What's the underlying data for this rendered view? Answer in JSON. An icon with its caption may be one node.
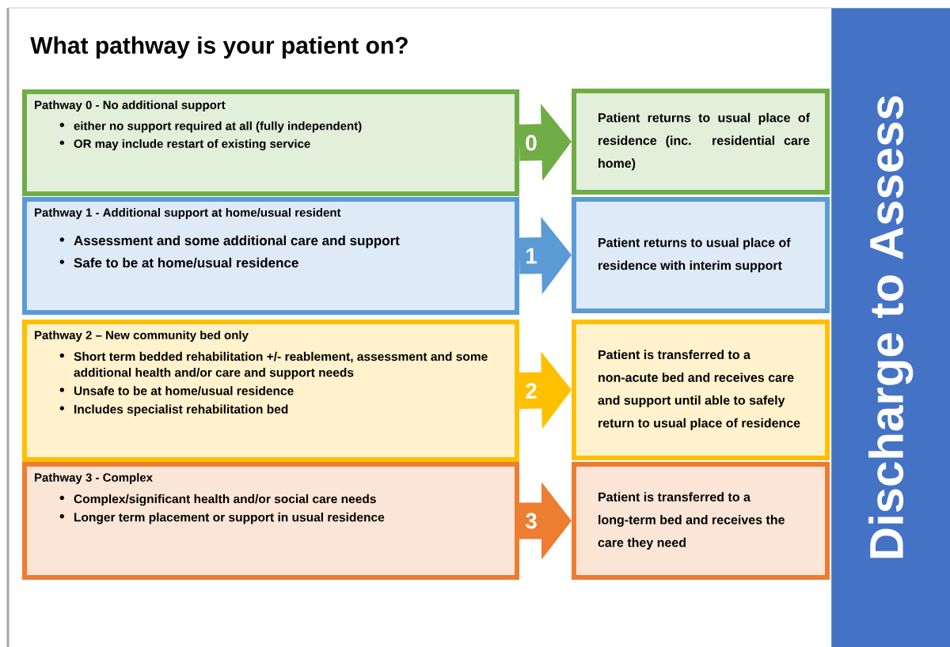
{
  "diagram": {
    "title": "What pathway is your patient on?",
    "nodes": [
      {
        "text": [
          "Pathway 0 - No additional support",
          "either no support required at all (fully independent)",
          "OR may include restart of existing service"
        ]
      },
      {
        "text": [
          "Pathway 1 - Additional support at home/usual resident",
          "Assessment and some additional care and support",
          "Safe to be at home/usual residence"
        ]
      },
      {
        "text": [
          "Pathway 2 – New community bed only",
          "Short term bedded rehabilitation +/- reablement, assessment and some additional health and/or care and support needs",
          "Unsafe to be at home/usual residence",
          "Includes specialist rehabilitation bed"
        ]
      },
      {
        "text": [
          "Pathway 3 - Complex",
          "Complex/significant health and/or social care needs",
          "Longer term placement or support in usual residence"
        ]
      },
      {
        "text": [
          "Patient returns to usual place of residence (inc. residential care home)"
        ]
      },
      {
        "text": [
          "Patient returns to usual place of residence with interim support"
        ]
      },
      {
        "text": [
          "Patient is transferred to a non-acute bed and receives care and support until able to safely return to usual place of residence"
        ]
      },
      {
        "text": [
          "Patient is transferred to a long-term bed and receives the care they need"
        ]
      },
      {
        "text": [
          "Discharge to Assess"
        ]
      }
    ],
    "edges": [
      {
        "from": 0,
        "to": 4,
        "arrow": "to",
        "label": "0",
        "color": "#70ad47"
      },
      {
        "from": 1,
        "to": 5,
        "arrow": "to",
        "label": "1",
        "color": "#5b9bd5"
      },
      {
        "from": 2,
        "to": 6,
        "arrow": "to",
        "label": "2",
        "color": "#ffc000"
      },
      {
        "from": 3,
        "to": 7,
        "arrow": "to",
        "label": "3",
        "color": "#ed7d31"
      }
    ]
  }
}
